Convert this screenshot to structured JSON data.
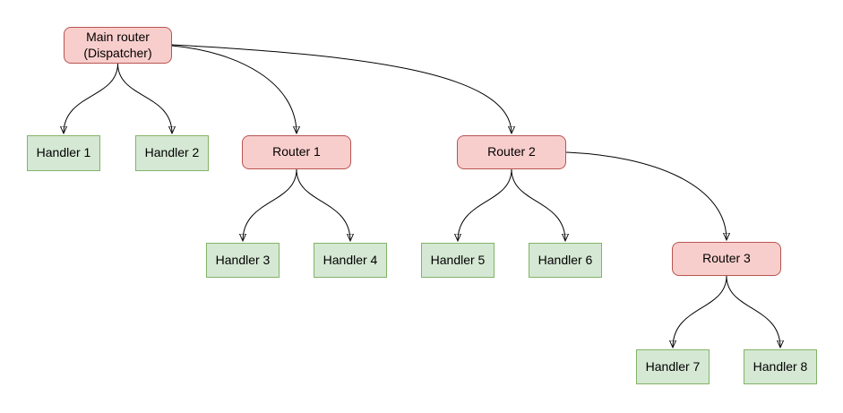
{
  "diagram": {
    "type": "routing-tree",
    "colors": {
      "router_fill": "#f8cecc",
      "router_border": "#b85450",
      "handler_fill": "#d5e8d4",
      "handler_border": "#82b366",
      "edge": "#000000",
      "text": "#000000",
      "background": "#ffffff"
    },
    "nodes": [
      {
        "id": "main-router",
        "type": "router",
        "label": "Main router\n(Dispatcher)"
      },
      {
        "id": "handler-1",
        "type": "handler",
        "label": "Handler 1"
      },
      {
        "id": "handler-2",
        "type": "handler",
        "label": "Handler 2"
      },
      {
        "id": "router-1",
        "type": "router",
        "label": "Router 1"
      },
      {
        "id": "router-2",
        "type": "router",
        "label": "Router 2"
      },
      {
        "id": "handler-3",
        "type": "handler",
        "label": "Handler 3"
      },
      {
        "id": "handler-4",
        "type": "handler",
        "label": "Handler 4"
      },
      {
        "id": "handler-5",
        "type": "handler",
        "label": "Handler 5"
      },
      {
        "id": "handler-6",
        "type": "handler",
        "label": "Handler 6"
      },
      {
        "id": "router-3",
        "type": "router",
        "label": "Router 3"
      },
      {
        "id": "handler-7",
        "type": "handler",
        "label": "Handler 7"
      },
      {
        "id": "handler-8",
        "type": "handler",
        "label": "Handler 8"
      }
    ],
    "edges": [
      {
        "from": "main-router",
        "to": "handler-1"
      },
      {
        "from": "main-router",
        "to": "handler-2"
      },
      {
        "from": "main-router",
        "to": "router-1"
      },
      {
        "from": "main-router",
        "to": "router-2"
      },
      {
        "from": "router-1",
        "to": "handler-3"
      },
      {
        "from": "router-1",
        "to": "handler-4"
      },
      {
        "from": "router-2",
        "to": "handler-5"
      },
      {
        "from": "router-2",
        "to": "handler-6"
      },
      {
        "from": "router-2",
        "to": "router-3"
      },
      {
        "from": "router-3",
        "to": "handler-7"
      },
      {
        "from": "router-3",
        "to": "handler-8"
      }
    ]
  }
}
